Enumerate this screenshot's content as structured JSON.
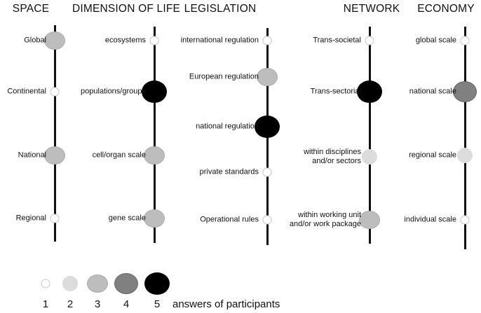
{
  "columns": [
    {
      "title": "SPACE",
      "items": [
        {
          "label": "Global",
          "level": 3
        },
        {
          "label": "Continental",
          "level": 1
        },
        {
          "label": "National",
          "level": 3
        },
        {
          "label": "Regional",
          "level": 1
        }
      ]
    },
    {
      "title": "DIMENSION OF LIFE",
      "items": [
        {
          "label": "ecosystems",
          "level": 1
        },
        {
          "label": "populations/groups",
          "level": 5
        },
        {
          "label": "cell/organ scale",
          "level": 3
        },
        {
          "label": "gene scale",
          "level": 3
        }
      ]
    },
    {
      "title": "LEGISLATION",
      "items": [
        {
          "label": "international regulation",
          "level": 1
        },
        {
          "label": "European regulation",
          "level": 3
        },
        {
          "label": "national regulation",
          "level": 5
        },
        {
          "label": "private standards",
          "level": 1
        },
        {
          "label": "Operational rules",
          "level": 1
        }
      ]
    },
    {
      "title": "NETWORK",
      "items": [
        {
          "label": "Trans-societal",
          "level": 1
        },
        {
          "label": "Trans-sectorial",
          "level": 5
        },
        {
          "label": "within disciplines\nand/or sectors",
          "level": 2
        },
        {
          "label": "within working unit\nand/or work package",
          "level": 3
        }
      ]
    },
    {
      "title": "ECONOMY",
      "items": [
        {
          "label": "global scale",
          "level": 1
        },
        {
          "label": "national scale",
          "level": 4
        },
        {
          "label": "regional scale",
          "level": 2
        },
        {
          "label": "individual scale",
          "level": 1
        }
      ]
    }
  ],
  "legend": {
    "levels": [
      "1",
      "2",
      "3",
      "4",
      "5"
    ],
    "caption": "answers of participants"
  }
}
